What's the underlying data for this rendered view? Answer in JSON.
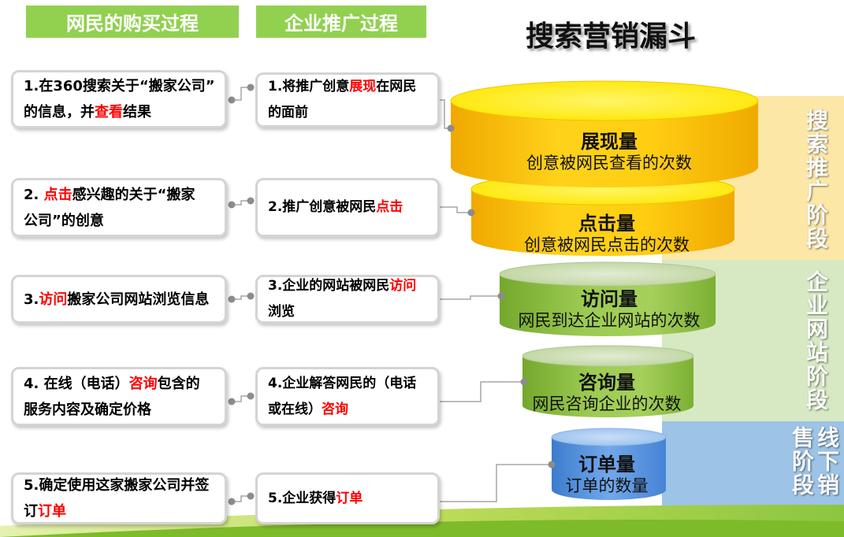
{
  "title": "搜索营销漏斗",
  "buyer_process": {
    "header": "网民的购买过程",
    "steps": [
      {
        "lines": [
          {
            "text": "1.在360搜索关于“搬家公司”"
          },
          {
            "pre": "的信息，并",
            "hl": "查看",
            "post": "结果"
          }
        ]
      },
      {
        "lines": [
          {
            "pre": "2. ",
            "hl": "点击",
            "post": "感兴趣的关于“搬家"
          },
          {
            "text": "公司”的创意"
          }
        ]
      },
      {
        "lines": [
          {
            "pre": "3.",
            "hl": "访问",
            "post": "搬家公司网站浏览信息"
          }
        ]
      },
      {
        "lines": [
          {
            "pre": "4. 在线（电话）",
            "hl": "咨询",
            "post": "包含的"
          },
          {
            "text": "服务内容及确定价格"
          }
        ]
      },
      {
        "lines": [
          {
            "text": "5.确定使用这家搬家公司并签"
          },
          {
            "pre": "订",
            "hl": "订单"
          }
        ]
      }
    ]
  },
  "promotion_process": {
    "header": "企业推广过程",
    "steps": [
      {
        "lines": [
          {
            "pre": "1.将推广创意",
            "hl": "展现",
            "post": "在网民"
          },
          {
            "text": "的面前"
          }
        ]
      },
      {
        "lines": [
          {
            "pre": "2.推广创意被网民",
            "hl": "点击"
          }
        ]
      },
      {
        "lines": [
          {
            "pre": "3.企业的网站被网民",
            "hl": "访问"
          },
          {
            "text": "浏览"
          }
        ]
      },
      {
        "lines": [
          {
            "text": "4.企业解答网民的（电话"
          },
          {
            "pre": "或在线）",
            "hl": "咨询"
          }
        ]
      },
      {
        "lines": [
          {
            "pre": "5.企业获得",
            "hl": "订单"
          }
        ]
      }
    ]
  },
  "funnel": {
    "layers": [
      {
        "title": "展现量",
        "description": "创意被网民查看的次数"
      },
      {
        "title": "点击量",
        "description": "创意被网民点击的次数"
      },
      {
        "title": "访问量",
        "description": "网民到达企业网站的次数"
      },
      {
        "title": "咨询量",
        "description": "网民咨询企业的次数"
      },
      {
        "title": "订单量",
        "description": "订单的数量"
      }
    ]
  },
  "stages": [
    {
      "label": "搜索推广阶段"
    },
    {
      "label": "企业网站阶段"
    },
    {
      "label": "线下销售阶段"
    }
  ],
  "colors": {
    "header": "#92d050",
    "highlight": "#ff0000",
    "band_yellow": "#fde7a6",
    "band_green": "#d7e9c2",
    "band_blue": "#9dc3e6",
    "funnel_yellow": "#ffc000",
    "funnel_green": "#92c846",
    "funnel_blue": "#5b9bd5"
  }
}
